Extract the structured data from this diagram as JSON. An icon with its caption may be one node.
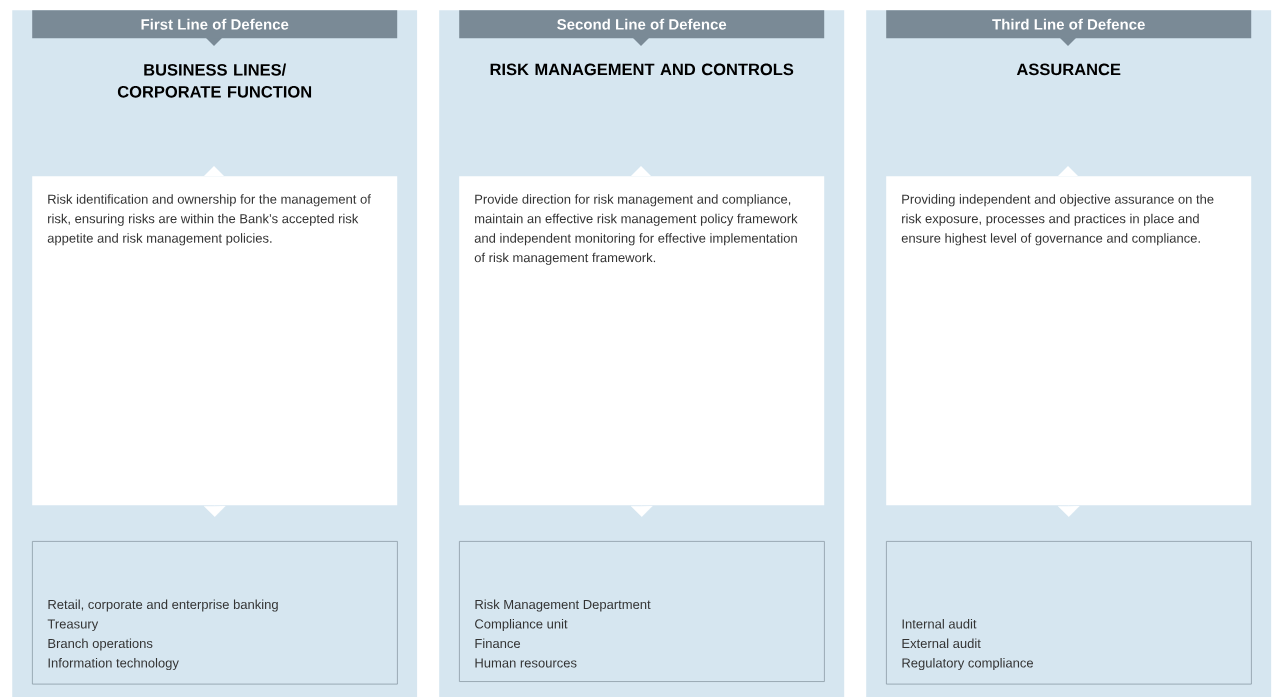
{
  "diagram": {
    "nodes": [
      {
        "text": [
          "BUSINESS LINES/ CORPORATE FUNCTION"
        ]
      },
      {
        "text": [
          "First Line of Defence"
        ],
        "in": 0
      },
      {
        "text": [
          "Risk identification and ownership for the management of risk, ensuring risks are within the Bank’s accepted risk appetite and risk management policies."
        ],
        "in": 0
      },
      {
        "text": [
          "Retail, corporate and enterprise banking",
          "Treasury",
          "Branch operations",
          "Information technology"
        ],
        "in": 0
      },
      {
        "text": [
          "RISK MANAGEMENT AND CONTROLS"
        ]
      },
      {
        "text": [
          "Second Line of Defence"
        ],
        "in": 4
      },
      {
        "text": [
          "Provide direction for risk management and compliance, maintain an effective risk management policy framework and independent monitoring for effective implementation of risk management framework."
        ],
        "in": 4
      },
      {
        "text": [
          "Risk Management Department",
          "Compliance unit",
          "Finance",
          "Human resources"
        ],
        "in": 4
      },
      {
        "text": [
          "ASSURANCE"
        ]
      },
      {
        "text": [
          "Third Line of Defence"
        ],
        "in": 8
      },
      {
        "text": [
          "Providing independent and objective assurance on the risk exposure, processes and practices in place and ensure highest level of governance and compliance."
        ],
        "in": 8
      },
      {
        "text": [
          "Internal audit",
          "External audit",
          "Regulatory compliance"
        ],
        "in": 8
      }
    ],
    "edges": [
      {
        "from": 2,
        "to": 3,
        "arrow": "to"
      },
      {
        "from": 6,
        "to": 7,
        "arrow": "to"
      },
      {
        "from": 10,
        "to": 11,
        "arrow": "to"
      }
    ]
  }
}
